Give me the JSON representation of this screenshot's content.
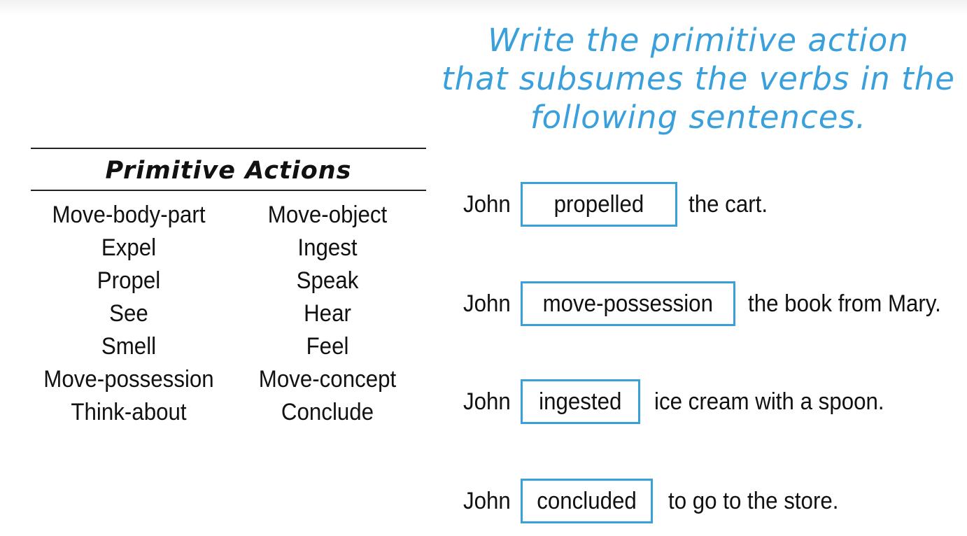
{
  "prompt": {
    "lines": [
      "Write the primitive action",
      "that subsumes the verbs in the",
      "following sentences."
    ]
  },
  "primitive_actions": {
    "title": "Primitive Actions",
    "left_column": [
      "Move-body-part",
      "Expel",
      "Propel",
      "See",
      "Smell",
      "Move-possession",
      "Think-about"
    ],
    "right_column": [
      "Move-object",
      "Ingest",
      "Speak",
      "Hear",
      "Feel",
      "Move-concept",
      "Conclude"
    ]
  },
  "sentences": [
    {
      "subject": "John",
      "answer": "propelled",
      "rest": "the cart."
    },
    {
      "subject": "John",
      "answer": "move-possession",
      "rest": "the book from Mary."
    },
    {
      "subject": "John",
      "answer": "ingested",
      "rest": "ice cream with a spoon."
    },
    {
      "subject": "John",
      "answer": "concluded",
      "rest": "to go to the store."
    }
  ],
  "colors": {
    "accent": "#3aa0dc",
    "text": "#111111",
    "rule": "#222222"
  }
}
